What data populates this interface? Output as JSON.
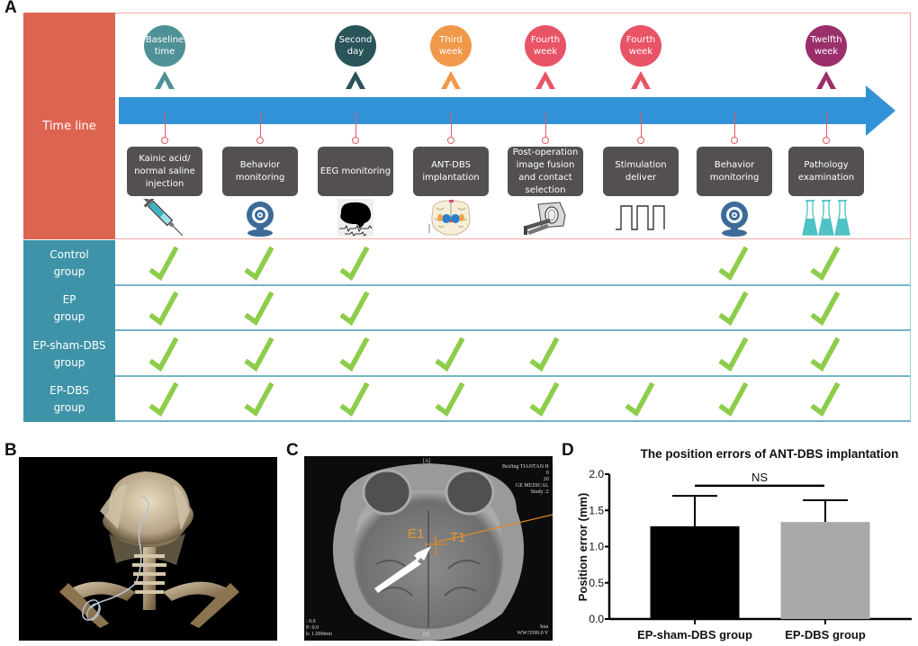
{
  "panels": {
    "a": "A",
    "b": "B",
    "c": "C",
    "d": "D"
  },
  "timeline": {
    "row_label": "Time line",
    "arrow_color": "#3192d7",
    "milestones": [
      {
        "label_line1": "Baseline",
        "label_line2": "time",
        "color": "#4f9196"
      },
      {
        "label_line1": "Second",
        "label_line2": "day",
        "color": "#295459"
      },
      {
        "label_line1": "Third",
        "label_line2": "week",
        "color": "#f0994b"
      },
      {
        "label_line1": "Fourth",
        "label_line2": "week",
        "color": "#e85466"
      },
      {
        "label_line1": "Fourth",
        "label_line2": "week",
        "color": "#e85466"
      },
      {
        "label_line1": "Twelfth",
        "label_line2": "week",
        "color": "#9a2f6a"
      }
    ],
    "steps": [
      {
        "label": "Kainic acid/ normal saline injection",
        "icon": "syringe-icon"
      },
      {
        "label": "Behavior monitoring",
        "icon": "webcam-icon"
      },
      {
        "label": "EEG monitoring",
        "icon": "brain-eeg-icon"
      },
      {
        "label": "ANT-DBS implantation",
        "icon": "brain-section-icon"
      },
      {
        "label": "Post-operation image fusion and contact selection",
        "icon": "ct-scanner-icon"
      },
      {
        "label": "Stimulation deliver",
        "icon": "square-wave-icon"
      },
      {
        "label": "Behavior monitoring",
        "icon": "webcam-icon"
      },
      {
        "label": "Pathology examination",
        "icon": "flasks-icon"
      }
    ]
  },
  "groups": [
    {
      "label_line1": "Control",
      "label_line2": "group",
      "checks": [
        true,
        true,
        true,
        false,
        false,
        false,
        true,
        true
      ]
    },
    {
      "label_line1": "EP",
      "label_line2": "group",
      "checks": [
        true,
        true,
        true,
        false,
        false,
        false,
        true,
        true
      ]
    },
    {
      "label_line1": "EP-sham-DBS",
      "label_line2": "group",
      "checks": [
        true,
        true,
        true,
        true,
        true,
        false,
        true,
        true
      ]
    },
    {
      "label_line1": "EP-DBS",
      "label_line2": "group",
      "checks": [
        true,
        true,
        true,
        true,
        true,
        true,
        true,
        true
      ]
    }
  ],
  "colors": {
    "timeline_label_bg": "#de6452",
    "group_label_bg": "#3f93a8",
    "check": "#8ccd4a",
    "step_box": "#545050"
  },
  "mri": {
    "marker_e1": "E1",
    "marker_t1": "T1",
    "top_orient": "[A]",
    "bottom_orient": "[P]",
    "info_line1": "BeiJing TIANTAN H",
    "info_line2": "0",
    "info_line3": "20",
    "info_line4": "GE MEDICAL",
    "info_line5": "Study :2",
    "bl_line1": ": 0.0",
    "bl_line2": "P: 0.0",
    "bl_line3": "k: 1.000mm",
    "br_line1": "Ima",
    "br_line2": "WW:5599.0 V"
  },
  "chart_data": {
    "type": "bar",
    "title": "The position errors of ANT-DBS implantation",
    "xlabel": "",
    "ylabel": "Position error (mm)",
    "categories": [
      "EP-sham-DBS group",
      "EP-DBS group"
    ],
    "values": [
      1.28,
      1.34
    ],
    "error_upper": [
      1.7,
      1.64
    ],
    "bar_colors": [
      "#000000",
      "#a9a9a9"
    ],
    "ylim": [
      0,
      2.0
    ],
    "yticks": [
      "0.0",
      "0.5",
      "1.0",
      "1.5",
      "2.0"
    ],
    "ytick_values": [
      0,
      0.5,
      1.0,
      1.5,
      2.0
    ],
    "annotation": "NS",
    "grid": false
  }
}
